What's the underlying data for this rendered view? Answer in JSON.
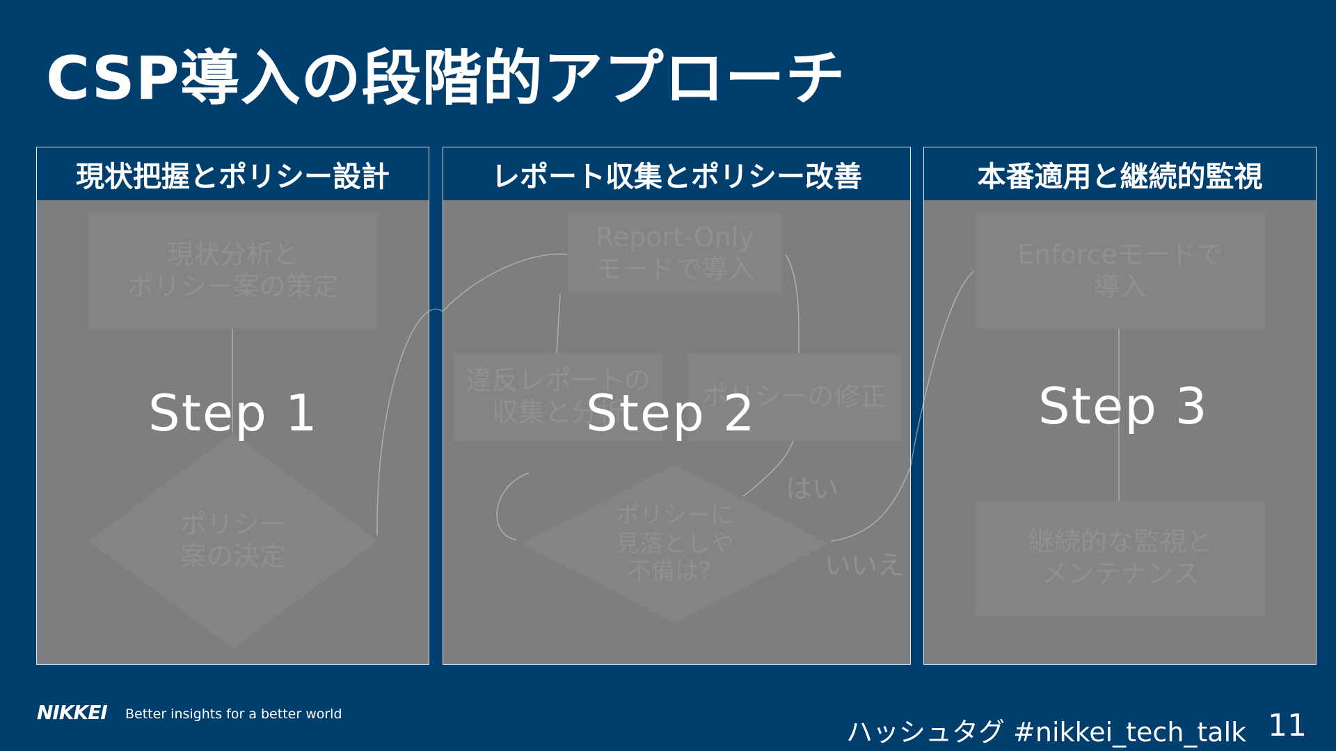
{
  "slide": {
    "title": "CSP導入の段階的アプローチ"
  },
  "panels": [
    {
      "header": "現状把握とポリシー設計",
      "step": "Step 1",
      "nodes": [
        "現状分析と\nポリシー案の策定"
      ],
      "decision": "ポリシー\n案の決定"
    },
    {
      "header": "レポート収集とポリシー改善",
      "step": "Step 2",
      "nodes": [
        "Report-Only\nモードで導入",
        "違反レポートの\n収集と分析",
        "ポリシーの修正"
      ],
      "decision": "ポリシーに\n見落としや\n不備は？",
      "edge_labels": [
        "はい",
        "いいえ"
      ]
    },
    {
      "header": "本番適用と継続的監視",
      "step": "Step 3",
      "nodes": [
        "Enforceモードで\n導入",
        "継続的な監視と\nメンテナンス"
      ]
    }
  ],
  "footer": {
    "logo": "NIKKEI",
    "tagline": "Better insights for a better world",
    "hashtag": "ハッシュタグ #nikkei_tech_talk",
    "page_number": "11"
  },
  "colors": {
    "background": "#003e6e",
    "panel_body": "#7c7e80",
    "text": "#ffffff"
  }
}
